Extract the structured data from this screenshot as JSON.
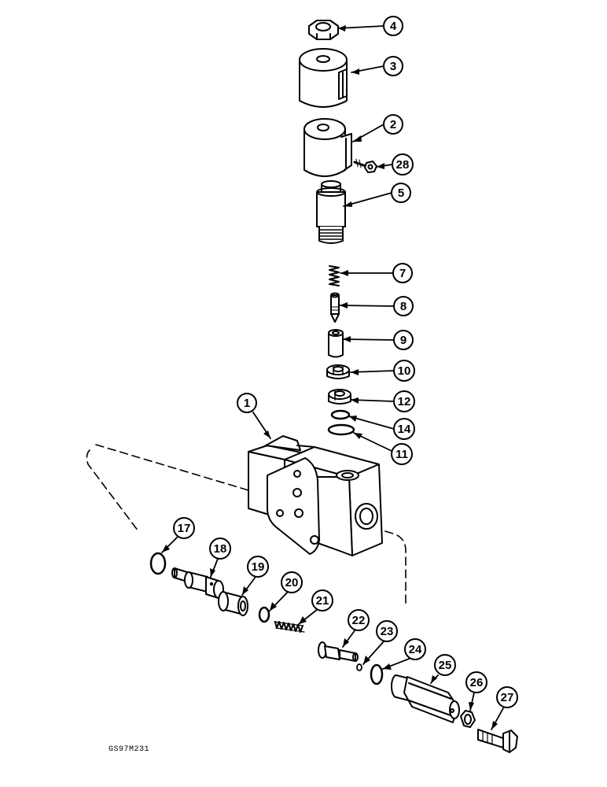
{
  "diagram": {
    "reference_code": "GS97M231",
    "callouts": [
      {
        "id": "c1",
        "label": "1"
      },
      {
        "id": "c2",
        "label": "2"
      },
      {
        "id": "c3",
        "label": "3"
      },
      {
        "id": "c4",
        "label": "4"
      },
      {
        "id": "c5",
        "label": "5"
      },
      {
        "id": "c7",
        "label": "7"
      },
      {
        "id": "c8",
        "label": "8"
      },
      {
        "id": "c9",
        "label": "9"
      },
      {
        "id": "c10",
        "label": "10"
      },
      {
        "id": "c11",
        "label": "11"
      },
      {
        "id": "c12",
        "label": "12"
      },
      {
        "id": "c14",
        "label": "14"
      },
      {
        "id": "c17",
        "label": "17"
      },
      {
        "id": "c18",
        "label": "18"
      },
      {
        "id": "c19",
        "label": "19"
      },
      {
        "id": "c20",
        "label": "20"
      },
      {
        "id": "c21",
        "label": "21"
      },
      {
        "id": "c22",
        "label": "22"
      },
      {
        "id": "c23",
        "label": "23"
      },
      {
        "id": "c24",
        "label": "24"
      },
      {
        "id": "c25",
        "label": "25"
      },
      {
        "id": "c26",
        "label": "26"
      },
      {
        "id": "c27",
        "label": "27"
      },
      {
        "id": "c28",
        "label": "28"
      }
    ]
  }
}
